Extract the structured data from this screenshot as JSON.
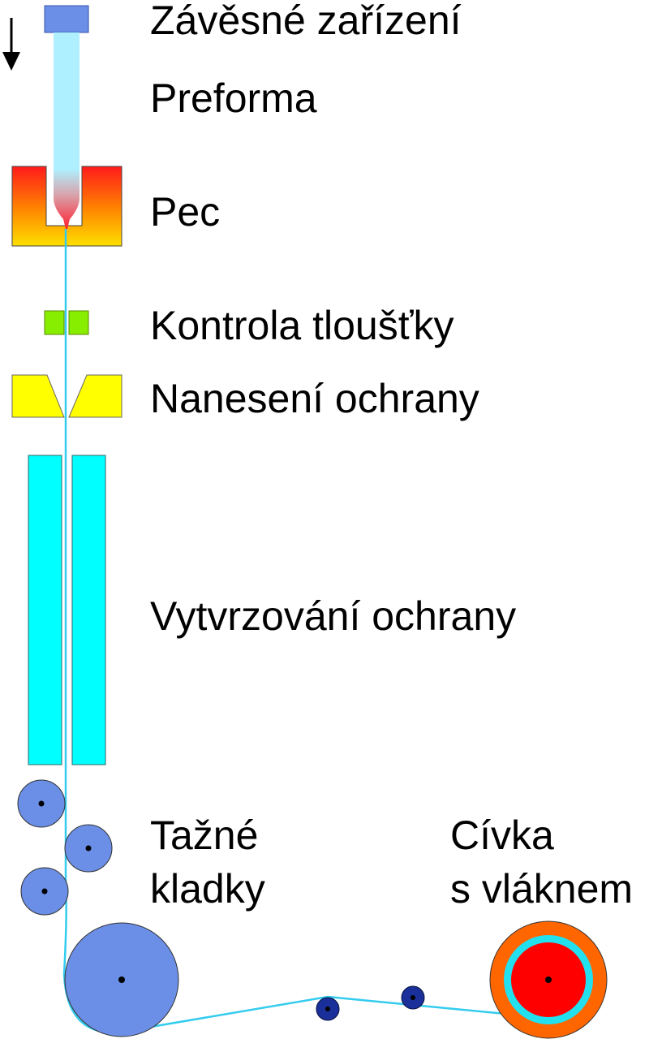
{
  "labels": {
    "suspension": "Závěsné zařízení",
    "preform": "Preforma",
    "furnace": "Pec",
    "thickness": "Kontrola tloušťky",
    "coating": "Nanesení ochrany",
    "curing": "Vytvrzování ochrany",
    "rollers_line1": "Tažné",
    "rollers_line2": "kladky",
    "spool_line1": "Cívka",
    "spool_line2": "s vláknem"
  },
  "colors": {
    "mount": "#6b8fe6",
    "preform": "#aef0ff",
    "fiber": "#33ccee",
    "furnace_top": "#ff1a1a",
    "furnace_bottom": "#ffe000",
    "thickness_sensor": "#88ee00",
    "coating_applicator": "#ffff00",
    "curing_tube": "#00ffff",
    "pulley": "#6b8fe6",
    "idler": "#1a2f9a",
    "spool_outer": "#ff6600",
    "spool_ring": "#22e0ee",
    "spool_core": "#ff0000"
  },
  "direction_arrow": "down-arrow"
}
